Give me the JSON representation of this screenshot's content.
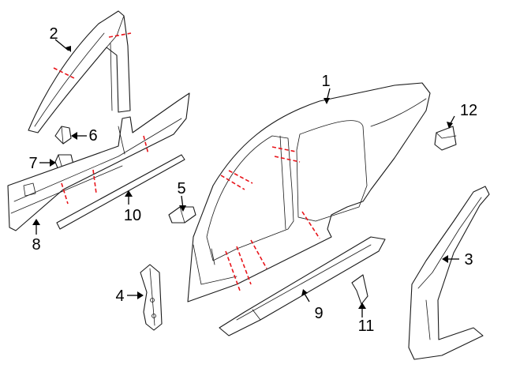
{
  "diagram": {
    "callouts": [
      {
        "id": "1",
        "label": "1"
      },
      {
        "id": "2",
        "label": "2"
      },
      {
        "id": "3",
        "label": "3"
      },
      {
        "id": "4",
        "label": "4"
      },
      {
        "id": "5",
        "label": "5"
      },
      {
        "id": "6",
        "label": "6"
      },
      {
        "id": "7",
        "label": "7"
      },
      {
        "id": "8",
        "label": "8"
      },
      {
        "id": "9",
        "label": "9"
      },
      {
        "id": "10",
        "label": "10"
      },
      {
        "id": "11",
        "label": "11"
      },
      {
        "id": "12",
        "label": "12"
      }
    ],
    "colors": {
      "line": "#1a1a1a",
      "cut_line": "#e8141a",
      "background": "#ffffff"
    }
  }
}
